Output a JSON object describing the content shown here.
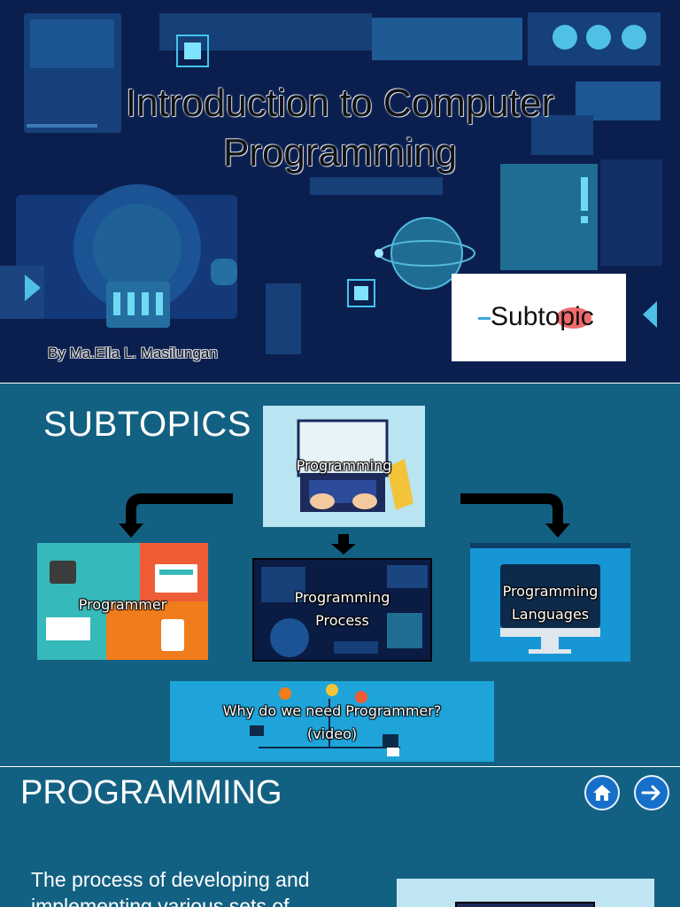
{
  "slide1": {
    "title_line1": "Introduction to Computer",
    "title_line2": "Programming",
    "byline": "By Ma.Ella L. Masilungan",
    "subtopic_label": "Subtopic"
  },
  "slide2": {
    "heading": "SUBTOPICS",
    "cards": {
      "programming": "Programming",
      "programmer": "Programmer",
      "process_line1": "Programming",
      "process_line2": "Process",
      "languages_line1": "Programming",
      "languages_line2": "Languages",
      "why_line1": "Why do we  need Programmer?",
      "why_line2": "(video)"
    }
  },
  "slide3": {
    "heading": "PROGRAMMING",
    "body_line1": "The process of developing and",
    "body_line2": "implementing various sets of",
    "home_icon": "home-icon",
    "next_icon": "arrow-right-icon"
  },
  "colors": {
    "slide1_bg": "#0b1f4f",
    "slide_bg": "#136182",
    "nav_button": "#1670c9"
  }
}
